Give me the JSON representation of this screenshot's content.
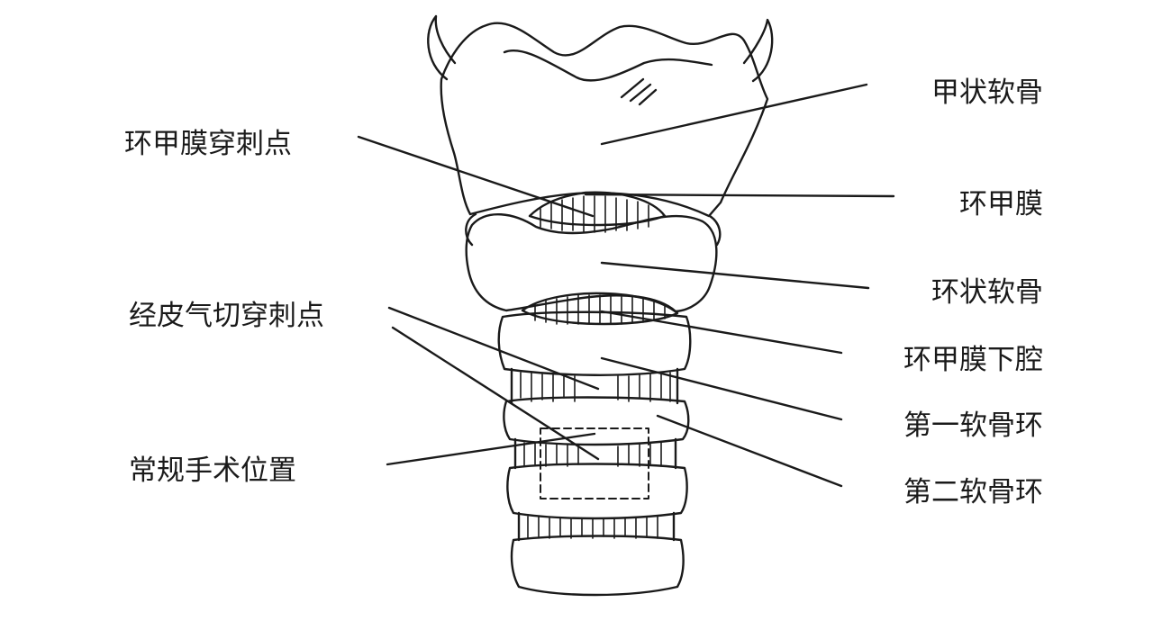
{
  "labels_left": {
    "cricothyroid_puncture": "环甲膜穿刺点",
    "percutaneous_tracheotomy": "经皮气切穿刺点",
    "conventional_position": "常规手术位置"
  },
  "labels_right": {
    "thyroid_cartilage": "甲状软骨",
    "cricothyroid_membrane": "环甲膜",
    "cricoid_cartilage": "环状软骨",
    "subglottic_space": "环甲膜下腔",
    "first_ring": "第一软骨环",
    "second_ring": "第二软骨环"
  },
  "colors": {
    "ink": "#1a1a1a",
    "background": "#ffffff"
  }
}
